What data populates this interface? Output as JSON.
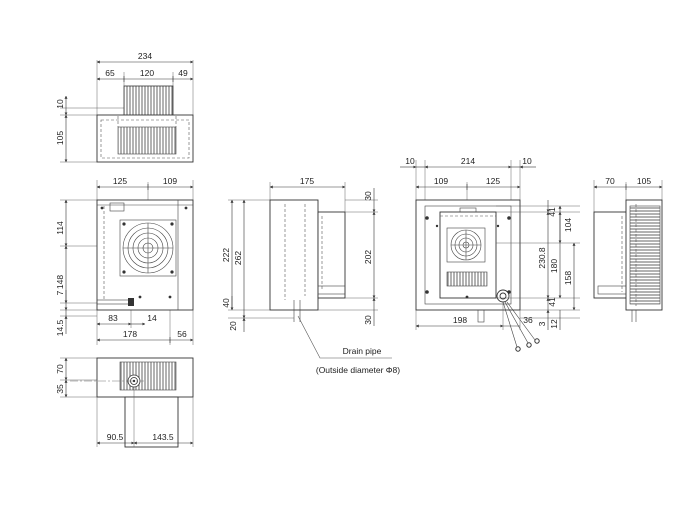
{
  "colors": {
    "line": "#333333",
    "shade": "#dcdcdc",
    "background": "#ffffff"
  },
  "icons": {
    "fan": "fan-grille-icon",
    "drain": "drain-pipe-fitting-icon",
    "cable": "power-cable-icon"
  },
  "views": {
    "top": {
      "width_total": "234",
      "left_offset": "65",
      "fin_width": "120",
      "right_offset": "49",
      "fin_height": "10",
      "body_depth": "105"
    },
    "front": {
      "left_width": "125",
      "right_width": "109",
      "upper_height": "114",
      "lower_height": "148",
      "pipe_height": "7",
      "bottom_offset": "14.5",
      "pipe_x": "83",
      "fitting_x": "14",
      "base_width": "178",
      "base_right": "56"
    },
    "bottom": {
      "depth_back": "70",
      "depth_front": "35",
      "left_width": "90.5",
      "right_width": "143.5"
    },
    "side": {
      "width": "175",
      "height_total": "222",
      "height_overall": "262",
      "top_gap": "30",
      "mid_height": "202",
      "bottom_gap": "30",
      "gap_40": "40",
      "gap_20": "20",
      "drain_label": "Drain pipe",
      "drain_sub": "(Outside diameter Φ8)"
    },
    "rear": {
      "edge_left": "10",
      "width_total": "214",
      "edge_right": "10",
      "left_width": "109",
      "right_width": "125",
      "top_margin": "41",
      "upper_height": "104",
      "center_height": "230.8",
      "inner_height": "180",
      "lower_height": "158",
      "bottom_margin": "41",
      "base_width": "198",
      "base_right": "36",
      "base_small": "3",
      "base_small2": "12"
    },
    "right": {
      "depth_left": "70",
      "depth_right": "105"
    }
  }
}
